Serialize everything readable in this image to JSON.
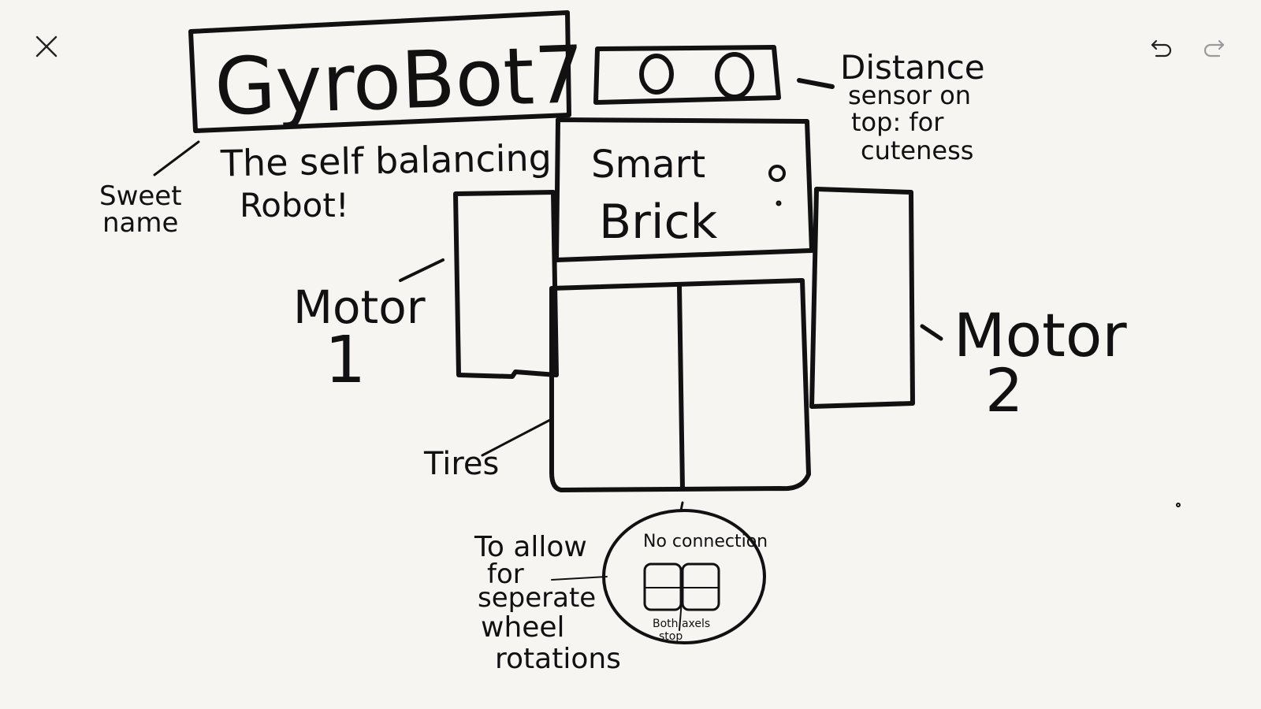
{
  "toolbar": {
    "close": "close",
    "undo": "undo",
    "redo": "redo"
  },
  "drawing": {
    "title": "GyroBot7",
    "subtitle_line1": "The self balancing",
    "subtitle_line2": "Robot!",
    "name_note_line1": "Sweet",
    "name_note_line2": "name",
    "distance_note_line1": "Distance",
    "distance_note_line2": "sensor on",
    "distance_note_line3": "top: for",
    "distance_note_line4": "cuteness",
    "brick_line1": "Smart",
    "brick_line2": "Brick",
    "motor1_line1": "Motor",
    "motor1_line2": "1",
    "motor2_line1": "Motor",
    "motor2_line2": "2",
    "tires_label": "Tires",
    "detail_header": "No connection",
    "detail_caption_line1": "Both axels",
    "detail_caption_line2": "stop",
    "purpose_line1": "To allow",
    "purpose_line2": "for",
    "purpose_line3": "seperate",
    "purpose_line4": "wheel",
    "purpose_line5": "rotations"
  }
}
